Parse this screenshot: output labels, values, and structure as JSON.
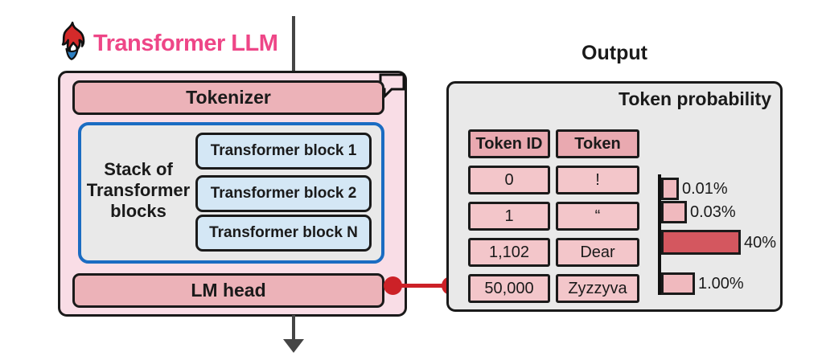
{
  "header": {
    "title": "Transformer LLM"
  },
  "llm_box": {
    "tokenizer_label": "Tokenizer",
    "stack_label": "Stack of Transformer blocks",
    "blocks": [
      "Transformer block 1",
      "Transformer block 2",
      "Transformer block N"
    ],
    "lm_head_label": "LM head"
  },
  "output": {
    "section_title": "Output",
    "panel_title": "Token probability",
    "table": {
      "headers": [
        "Token ID",
        "Token"
      ],
      "rows": [
        [
          "0",
          "!"
        ],
        [
          "1",
          "“"
        ],
        [
          "1,102",
          "Dear"
        ],
        [
          "50,000",
          "Zyzzyva"
        ]
      ]
    },
    "bar_labels": [
      "0.01%",
      "0.03%",
      "40%",
      "1.00%"
    ]
  },
  "chart_data": {
    "type": "bar",
    "orientation": "horizontal",
    "title": "Token probability",
    "categories": [
      "! (token 0)",
      "“ (token 1)",
      "Dear (token 1,102)",
      "Zyzzyva (token 50,000)"
    ],
    "values": [
      0.01,
      0.03,
      40,
      1.0
    ],
    "labels": [
      "0.01%",
      "0.03%",
      "40%",
      "1.00%"
    ],
    "unit": "%",
    "highlight_index": 2,
    "legend": "none",
    "axis": "single vertical baseline, bar lengths illustrative"
  },
  "colors": {
    "brand_pink": "#ee4687",
    "container_pink": "#f9dde6",
    "box_rose": "#ecb2b8",
    "header_cell_pink": "#e9a9b0",
    "data_cell_pink": "#f3c6ca",
    "block_blue": "#d4e7f5",
    "stack_border_blue": "#1b6cc2",
    "panel_gray": "#e9e9e9",
    "bar_light": "#f0b9be",
    "bar_strong": "#d4575f",
    "connector_red": "#cc2127",
    "arrow_gray": "#454545",
    "ink": "#1a1a1a"
  }
}
